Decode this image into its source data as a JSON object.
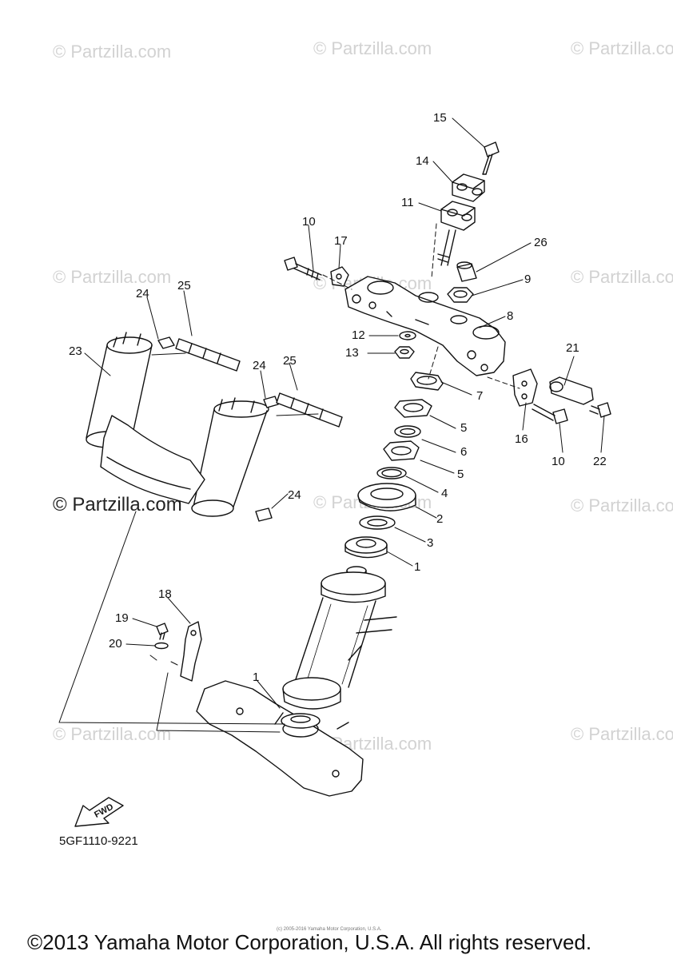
{
  "watermark": {
    "text": "© Partzilla.com",
    "prominent_text": "© Partzilla.com"
  },
  "diagram_code": "5GF1110-9221",
  "fine_print": "(c) 2005-2016 Yamaha Motor Corporation, U.S.A.",
  "copyright": "©2013 Yamaha Motor Corporation, U.S.A. All rights reserved.",
  "fwd_label": "FWD",
  "callouts": [
    {
      "id": "c15",
      "text": "15"
    },
    {
      "id": "c14",
      "text": "14"
    },
    {
      "id": "c11",
      "text": "11"
    },
    {
      "id": "c10a",
      "text": "10"
    },
    {
      "id": "c17",
      "text": "17"
    },
    {
      "id": "c26",
      "text": "26"
    },
    {
      "id": "c9",
      "text": "9"
    },
    {
      "id": "c8",
      "text": "8"
    },
    {
      "id": "c12",
      "text": "12"
    },
    {
      "id": "c13",
      "text": "13"
    },
    {
      "id": "c7",
      "text": "7"
    },
    {
      "id": "c21",
      "text": "21"
    },
    {
      "id": "c5a",
      "text": "5"
    },
    {
      "id": "c6",
      "text": "6"
    },
    {
      "id": "c5b",
      "text": "5"
    },
    {
      "id": "c16",
      "text": "16"
    },
    {
      "id": "c10b",
      "text": "10"
    },
    {
      "id": "c22",
      "text": "22"
    },
    {
      "id": "c4",
      "text": "4"
    },
    {
      "id": "c2",
      "text": "2"
    },
    {
      "id": "c3",
      "text": "3"
    },
    {
      "id": "c1a",
      "text": "1"
    },
    {
      "id": "c24a",
      "text": "24"
    },
    {
      "id": "c25a",
      "text": "25"
    },
    {
      "id": "c23",
      "text": "23"
    },
    {
      "id": "c24b",
      "text": "24"
    },
    {
      "id": "c25b",
      "text": "25"
    },
    {
      "id": "c24c",
      "text": "24"
    },
    {
      "id": "c18",
      "text": "18"
    },
    {
      "id": "c19",
      "text": "19"
    },
    {
      "id": "c20",
      "text": "20"
    },
    {
      "id": "c1b",
      "text": "1"
    }
  ]
}
